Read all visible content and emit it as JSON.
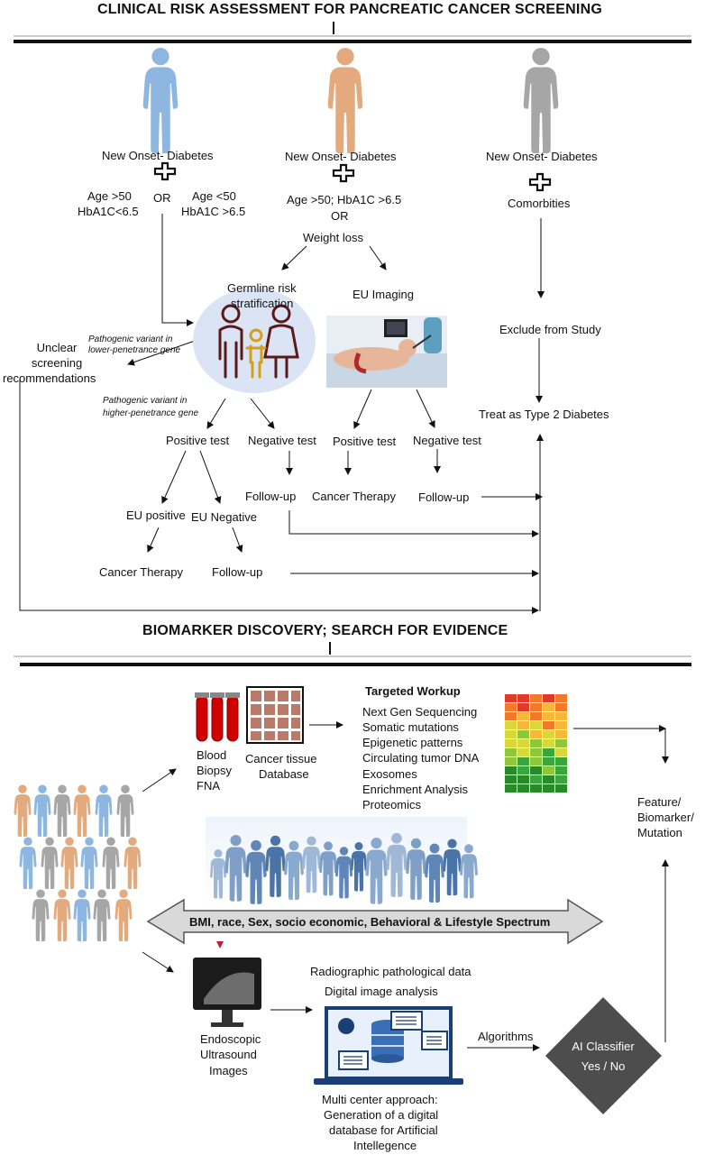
{
  "section1": {
    "title": "CLINICAL RISK ASSESSMENT FOR PANCREATIC CANCER SCREENING",
    "col1": {
      "header": "New Onset- Diabetes",
      "left_criteria_1": "Age >50",
      "left_criteria_2": "HbA1C<6.5",
      "or_label": "OR",
      "right_criteria_1": "Age <50",
      "right_criteria_2": "HbA1C >6.5"
    },
    "col2": {
      "header": "New Onset- Diabetes",
      "criteria": "Age >50; HbA1C >6.5",
      "or_label": "OR",
      "weight_loss": "Weight loss",
      "germline_1": "Germline risk",
      "germline_2": "stratification",
      "eu_imaging": "EU Imaging"
    },
    "col3": {
      "header": "New Onset- Diabetes",
      "comorbidities": "Comorbities",
      "exclude": "Exclude from Study",
      "treat": "Treat as Type 2 Diabetes"
    },
    "unclear_1": "Unclear",
    "unclear_2": "screening",
    "unclear_3": "recommendations",
    "low_pen_1": "Pathogenic variant in",
    "low_pen_2": "lower-penetrance gene",
    "high_pen_1": "Pathogenic variant in",
    "high_pen_2": "higher-penetrance gene",
    "positive_test_1": "Positive test",
    "negative_test_1": "Negative test",
    "positive_test_2": "Positive test",
    "negative_test_2": "Negative test",
    "follow_up_a": "Follow-up",
    "cancer_therapy_a": "Cancer Therapy",
    "follow_up_b": "Follow-up",
    "eu_positive": "EU positive",
    "eu_negative": "EU Negative",
    "cancer_therapy_b": "Cancer Therapy",
    "follow_up_c": "Follow-up"
  },
  "section2": {
    "title": "BIOMARKER DISCOVERY; SEARCH FOR EVIDENCE",
    "sample_1": "Blood",
    "sample_2": "Biopsy",
    "sample_3": "FNA",
    "tissue_1": "Cancer tissue",
    "tissue_2": "Database",
    "workup_title": "Targeted Workup",
    "workup_items": [
      "Next Gen Sequencing",
      "Somatic mutations",
      "Epigenetic patterns",
      "Circulating tumor DNA",
      "Exosomes",
      "Enrichment Analysis",
      "Proteomics"
    ],
    "feature_1": "Feature/",
    "feature_2": "Biomarker/",
    "feature_3": "Mutation",
    "spectrum": "BMI, race, Sex, socio economic, Behavioral & Lifestyle Spectrum",
    "radiographic": "Radiographic pathological data",
    "digital_image": "Digital image analysis",
    "eus_1": "Endoscopic",
    "eus_2": "Ultrasound",
    "eus_3": "Images",
    "algorithms": "Algorithms",
    "ai_1": "AI Classifier",
    "ai_2": "Yes / No",
    "multi_1": "Multi center approach:",
    "multi_2": "Generation of a digital",
    "multi_3": "database for Artificial",
    "multi_4": "Intellegence"
  },
  "colors": {
    "person_blue": "#8db7e0",
    "person_tan": "#e3ab7d",
    "person_gray": "#a6a6a6",
    "diamond": "#4d4d4d",
    "arrow_fill": "#d9d9d9"
  }
}
